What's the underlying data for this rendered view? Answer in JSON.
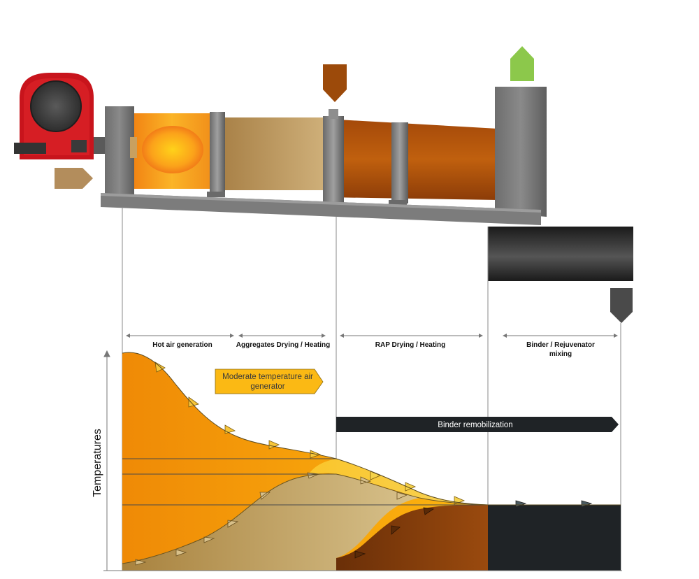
{
  "sections": {
    "hot_air": "Hot air generation",
    "aggregates": "Aggregates Drying / Heating",
    "rap": "RAP Drying / Heating",
    "binder_line1": "Binder / Rejuvenator",
    "binder_line2": "mixing"
  },
  "callouts": {
    "moderate_line1": "Moderate temperature air",
    "moderate_line2": "generator",
    "binder_remobilization": "Binder remobilization"
  },
  "axis": {
    "y_title": "Temperatures"
  },
  "colors": {
    "burner": "#c8141c",
    "hot_air": "#f39a12",
    "aggregates": "#c9a66e",
    "rap": "#8a3e0c",
    "binder": "#1f2326",
    "exhaust_arrow": "#8cc84b",
    "callout_fill": "#fbb914"
  }
}
